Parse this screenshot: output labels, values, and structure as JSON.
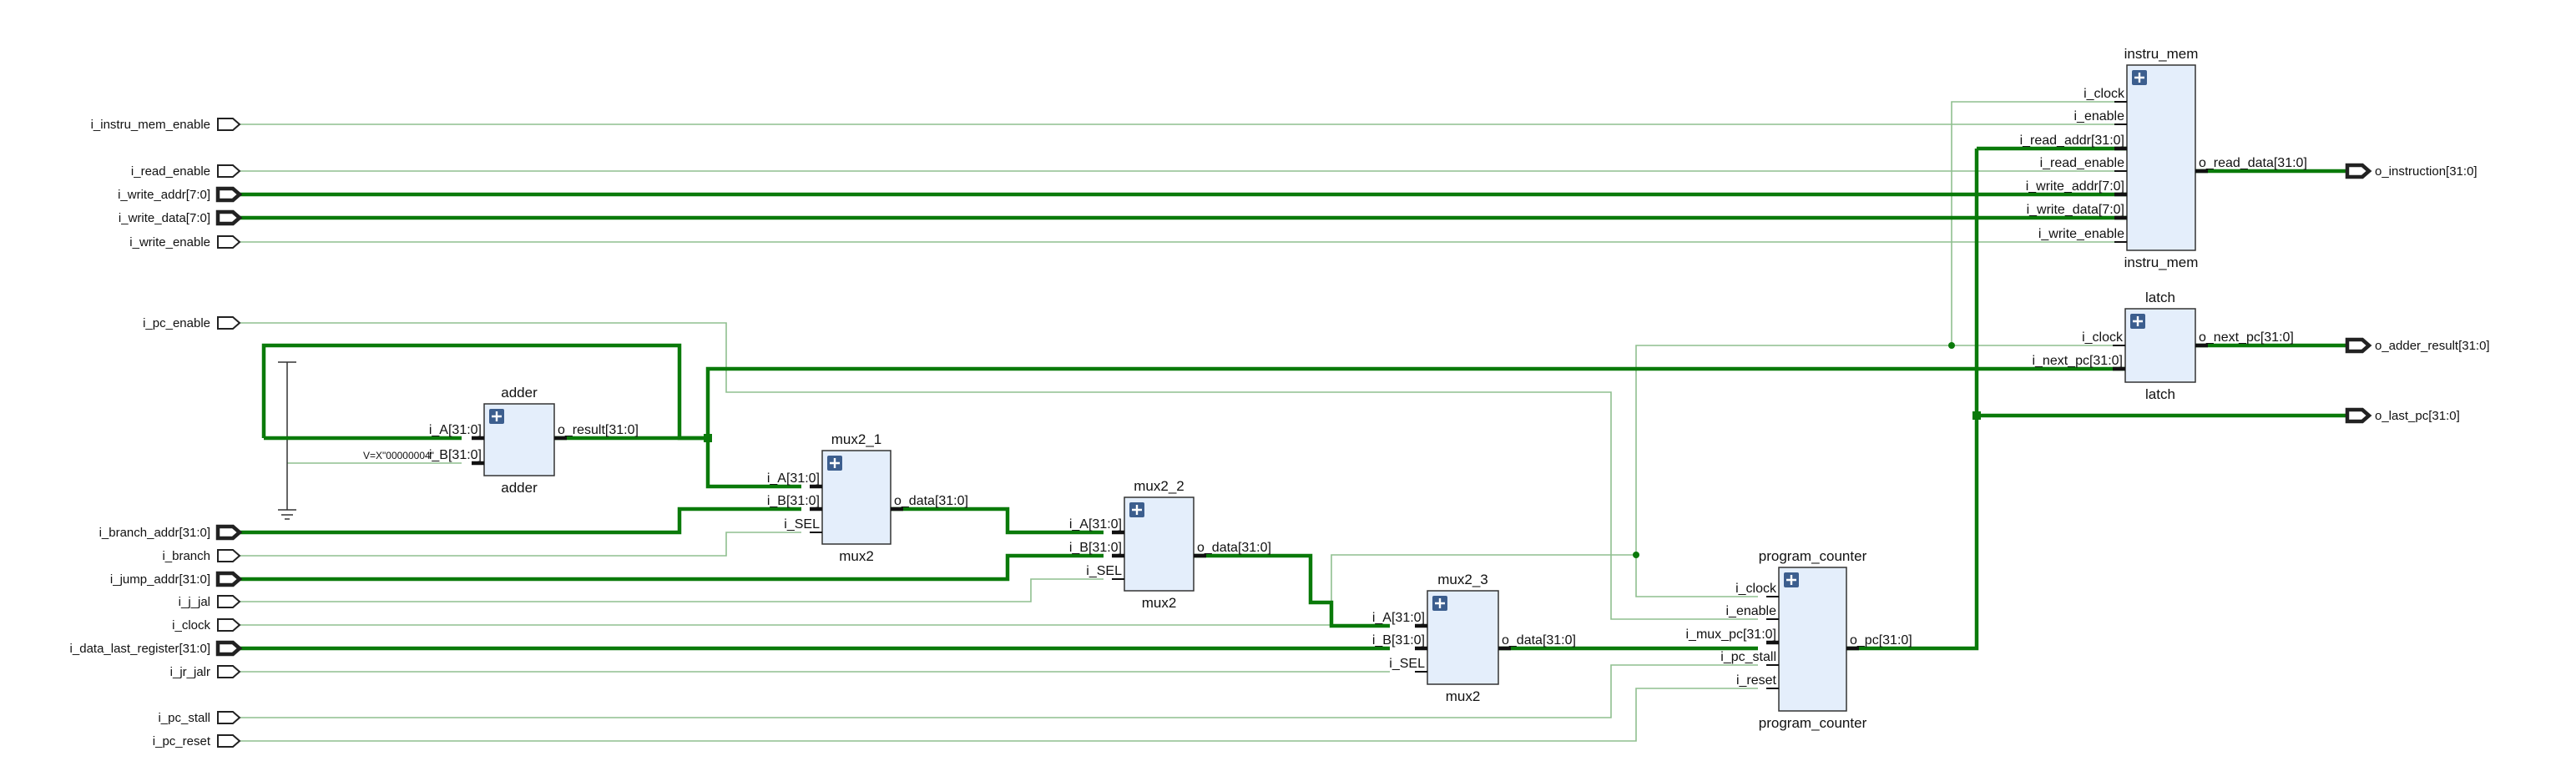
{
  "inputs": [
    {
      "name": "i_instru_mem_enable",
      "bus": false
    },
    {
      "name": "i_read_enable",
      "bus": false
    },
    {
      "name": "i_write_addr[7:0]",
      "bus": true
    },
    {
      "name": "i_write_data[7:0]",
      "bus": true
    },
    {
      "name": "i_write_enable",
      "bus": false
    },
    {
      "name": "i_pc_enable",
      "bus": false
    },
    {
      "name": "i_branch_addr[31:0]",
      "bus": true
    },
    {
      "name": "i_branch",
      "bus": false
    },
    {
      "name": "i_jump_addr[31:0]",
      "bus": true
    },
    {
      "name": "i_j_jal",
      "bus": false
    },
    {
      "name": "i_clock",
      "bus": false
    },
    {
      "name": "i_data_last_register[31:0]",
      "bus": true
    },
    {
      "name": "i_jr_jalr",
      "bus": false
    },
    {
      "name": "i_pc_stall",
      "bus": false
    },
    {
      "name": "i_pc_reset",
      "bus": false
    }
  ],
  "outputs": [
    {
      "name": "o_instruction[31:0]",
      "bus": true
    },
    {
      "name": "o_adder_result[31:0]",
      "bus": true
    },
    {
      "name": "o_last_pc[31:0]",
      "bus": true
    }
  ],
  "blocks": [
    {
      "id": "instru_mem",
      "title": "instru_mem",
      "subtitle": "instru_mem",
      "inputs": [
        "i_clock",
        "i_enable",
        "i_read_addr[31:0]",
        "i_read_enable",
        "i_write_addr[7:0]",
        "i_write_data[7:0]",
        "i_write_enable"
      ],
      "outputs": [
        "o_read_data[31:0]"
      ]
    },
    {
      "id": "latch",
      "title": "latch",
      "subtitle": "latch",
      "inputs": [
        "i_clock",
        "i_next_pc[31:0]"
      ],
      "outputs": [
        "o_next_pc[31:0]"
      ]
    },
    {
      "id": "adder",
      "title": "adder",
      "subtitle": "adder",
      "inputs": [
        "i_A[31:0]",
        "i_B[31:0]"
      ],
      "outputs": [
        "o_result[31:0]"
      ]
    },
    {
      "id": "mux2_1",
      "title": "mux2_1",
      "subtitle": "mux2",
      "inputs": [
        "i_A[31:0]",
        "i_B[31:0]",
        "i_SEL"
      ],
      "outputs": [
        "o_data[31:0]"
      ]
    },
    {
      "id": "mux2_2",
      "title": "mux2_2",
      "subtitle": "mux2",
      "inputs": [
        "i_A[31:0]",
        "i_B[31:0]",
        "i_SEL"
      ],
      "outputs": [
        "o_data[31:0]"
      ]
    },
    {
      "id": "mux2_3",
      "title": "mux2_3",
      "subtitle": "mux2",
      "inputs": [
        "i_A[31:0]",
        "i_B[31:0]",
        "i_SEL"
      ],
      "outputs": [
        "o_data[31:0]"
      ]
    },
    {
      "id": "program_counter",
      "title": "program_counter",
      "subtitle": "program_counter",
      "inputs": [
        "i_clock",
        "i_enable",
        "i_mux_pc[31:0]",
        "i_pc_stall",
        "i_reset"
      ],
      "outputs": [
        "o_pc[31:0]"
      ]
    }
  ],
  "constant_label": "V=X\"00000004\"",
  "colors": {
    "bus": "#0a7a0a",
    "wire": "#8fbf8f",
    "block_fill": "#e4eefb",
    "block_icon": "#3c5e8e"
  }
}
